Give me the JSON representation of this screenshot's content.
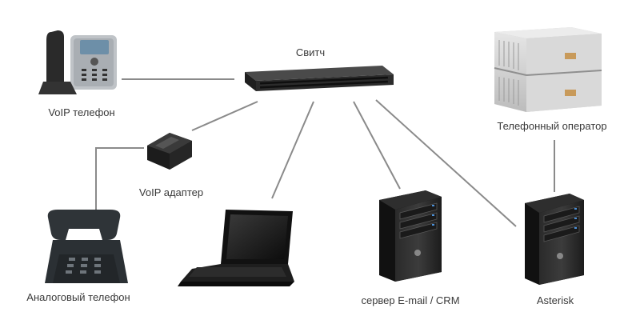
{
  "diagram": {
    "nodes": {
      "switch": {
        "label": "Свитч",
        "icon": "network-switch-icon"
      },
      "voip_phone": {
        "label": "VoIP телефон",
        "icon": "voip-phone-icon"
      },
      "voip_adapter": {
        "label": "VoIP адаптер",
        "icon": "voip-adapter-icon"
      },
      "analog_phone": {
        "label": "Аналоговый телефон",
        "icon": "analog-phone-icon"
      },
      "laptop": {
        "label": "",
        "icon": "laptop-icon"
      },
      "mail_server": {
        "label": "сервер E-mail / CRM",
        "icon": "server-tower-icon"
      },
      "asterisk": {
        "label": "Asterisk",
        "icon": "server-tower-icon"
      },
      "operator": {
        "label": "Телефонный оператор",
        "icon": "telecom-rack-icon"
      }
    },
    "connections": [
      [
        "voip_phone",
        "switch"
      ],
      [
        "voip_adapter",
        "switch"
      ],
      [
        "laptop",
        "switch"
      ],
      [
        "mail_server",
        "switch"
      ],
      [
        "asterisk",
        "switch"
      ],
      [
        "voip_adapter",
        "analog_phone"
      ],
      [
        "asterisk",
        "operator"
      ]
    ]
  }
}
